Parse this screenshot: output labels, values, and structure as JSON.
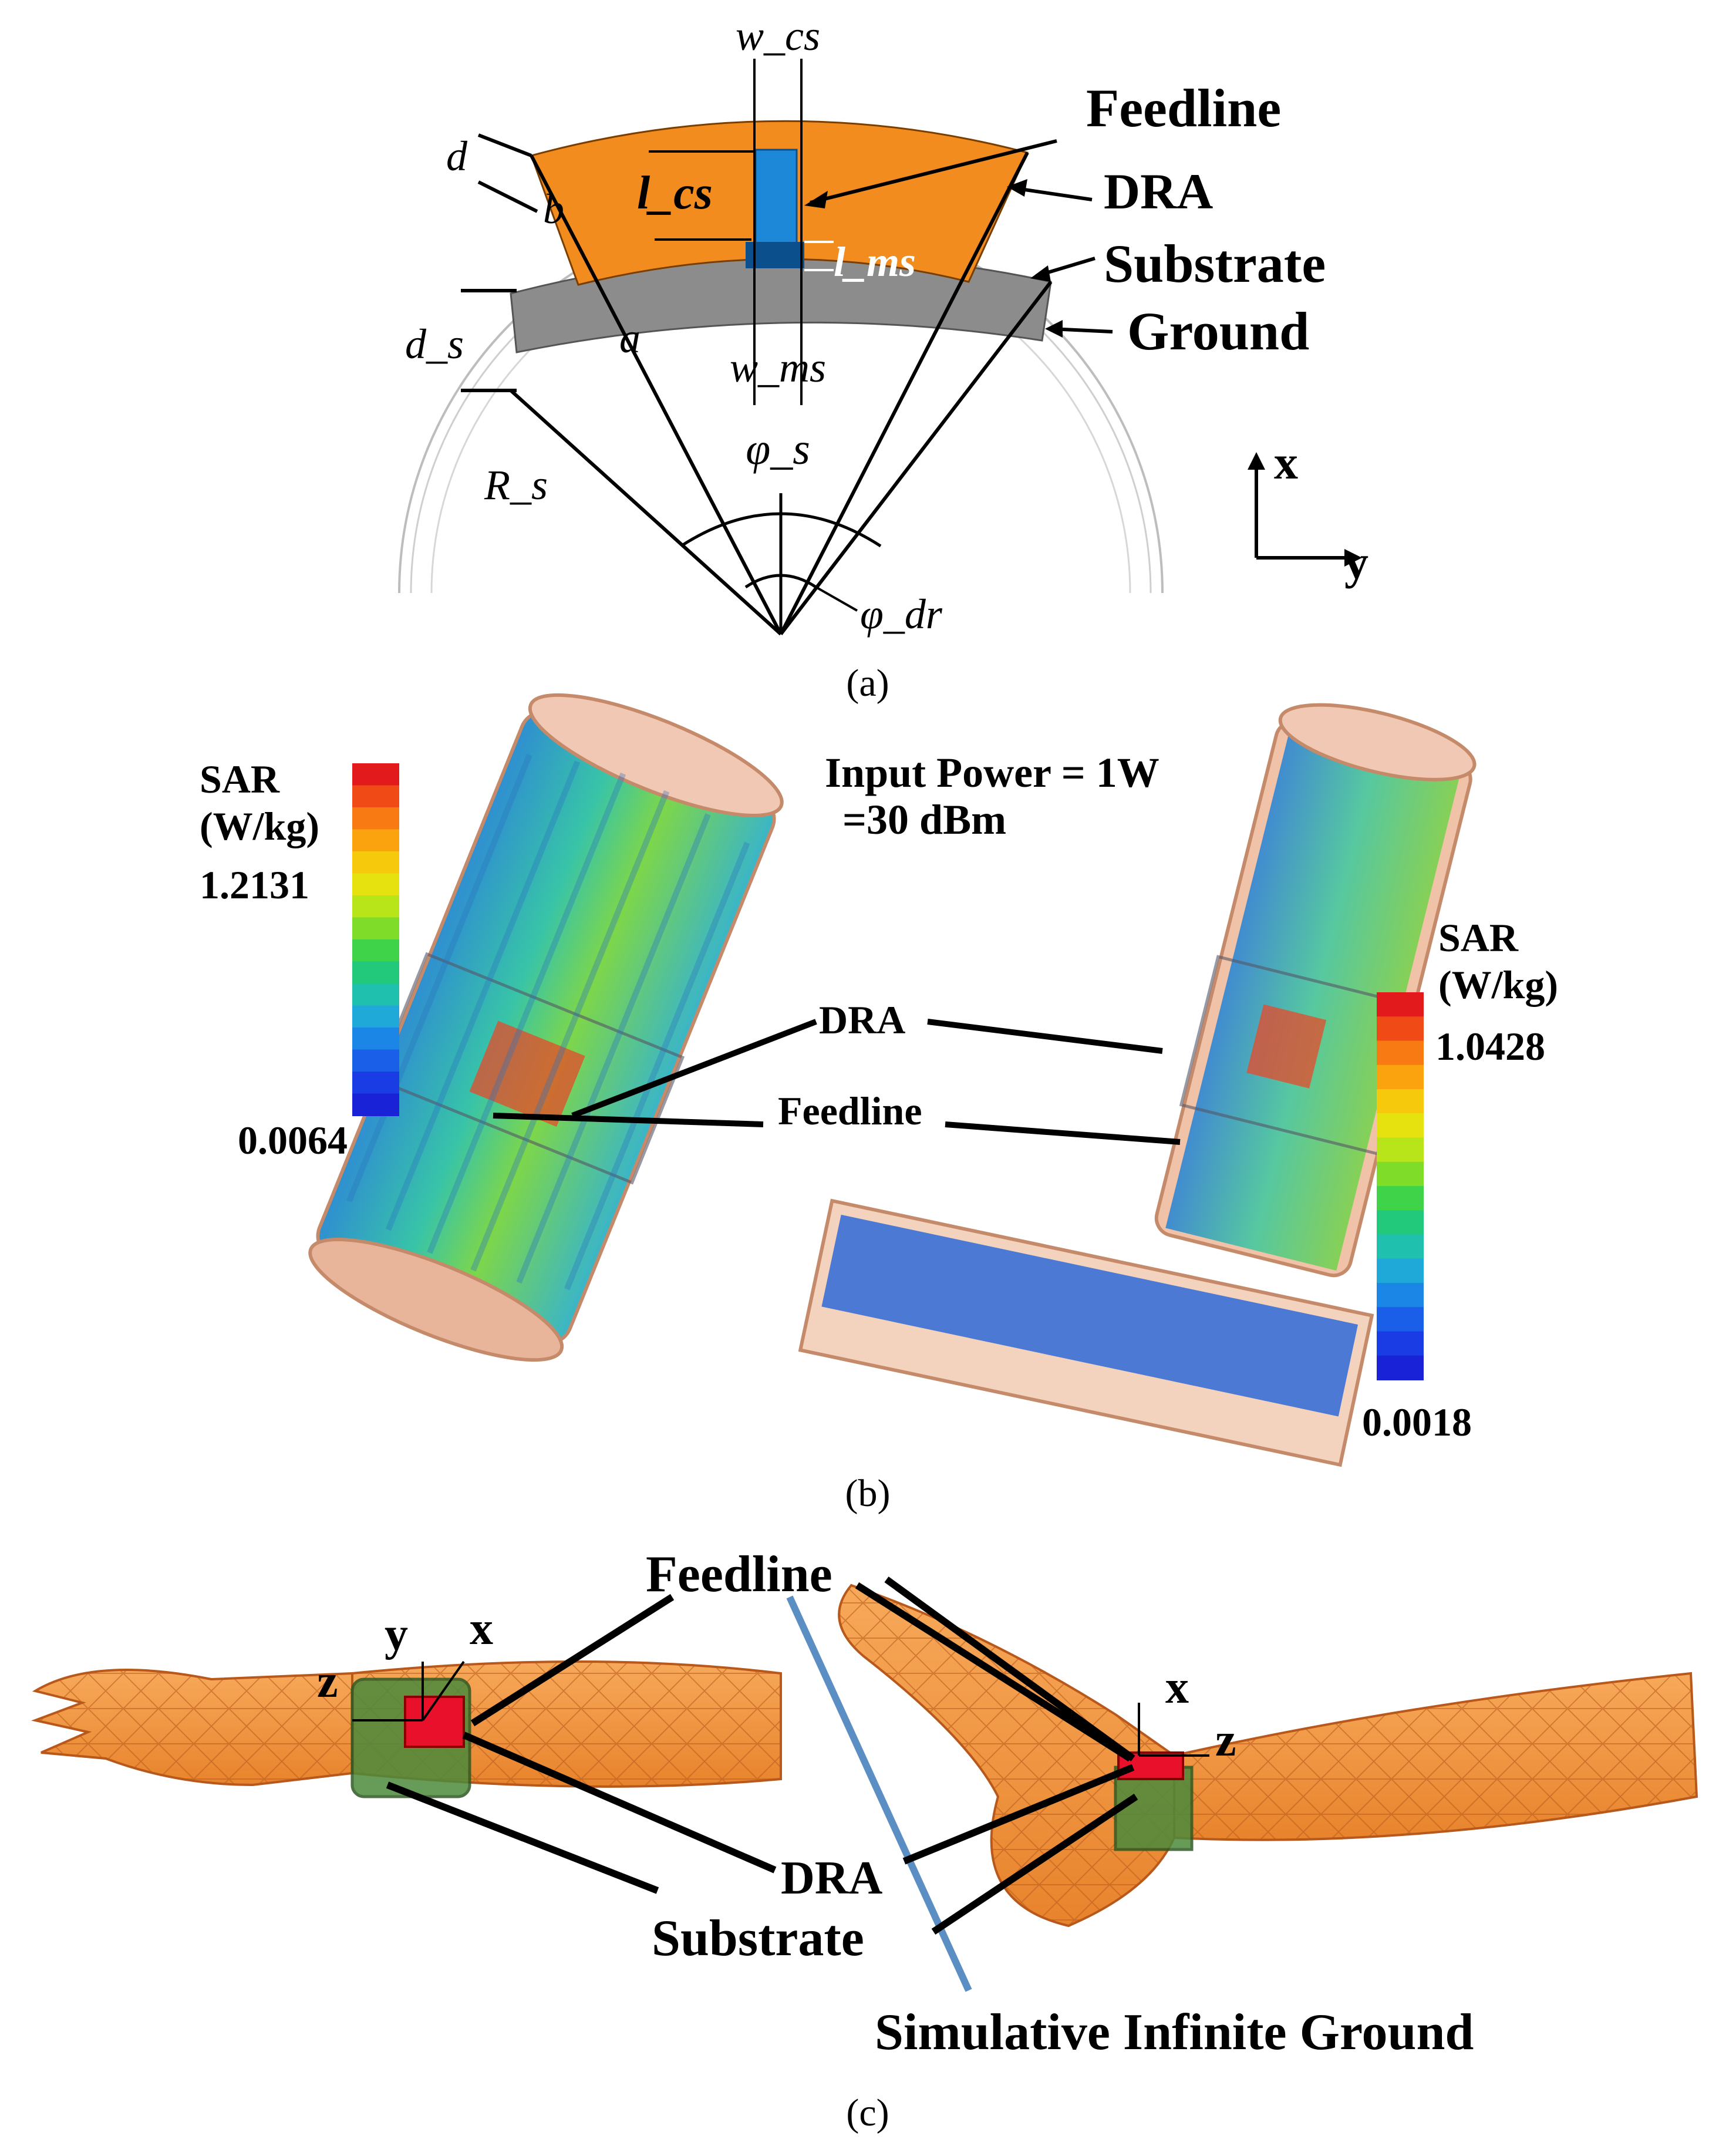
{
  "panel_a": {
    "caption": "(a)",
    "labels": {
      "w_cs": "w_cs",
      "d": "d",
      "b": "b",
      "l_cs": "l_cs",
      "l_ms": "l_ms",
      "d_s": "d_s",
      "a": "a",
      "w_ms": "w_ms",
      "R_s": "R_s",
      "phi_s": "φ_s",
      "phi_dr": "φ_dr",
      "feedline": "Feedline",
      "dra": "DRA",
      "substrate": "Substrate",
      "ground": "Ground",
      "axis_x": "x",
      "axis_y": "y"
    },
    "colors": {
      "dra": "#F28C1E",
      "substrate": "#8C8C8C",
      "feedline": "#1E88D8",
      "microstrip": "#0B4F8C"
    }
  },
  "panel_b": {
    "caption": "(b)",
    "input_power_line1": "Input Power = 1W",
    "input_power_line2": "=30 dBm",
    "dra_label": "DRA",
    "feedline_label": "Feedline",
    "colorbar_left": {
      "title_line1": "SAR",
      "title_line2": "(W/kg)",
      "max": "1.2131",
      "min": "0.0064"
    },
    "colorbar_right": {
      "title_line1": "SAR",
      "title_line2": "(W/kg)",
      "max": "1.0428",
      "min": "0.0018"
    },
    "colormap": [
      "#E31A1C",
      "#F04A16",
      "#F77B12",
      "#FBA30E",
      "#F7C90C",
      "#E6E20F",
      "#B8E41A",
      "#7FDD2A",
      "#3FD34A",
      "#22C97A",
      "#1FC0AE",
      "#1EA9D8",
      "#1C86E6",
      "#1A5FE8",
      "#1A3CE4",
      "#1A22D8"
    ]
  },
  "panel_c": {
    "caption": "(c)",
    "feedline_label": "Feedline",
    "dra_label": "DRA",
    "substrate_label": "Substrate",
    "ground_label": "Simulative Infinite Ground",
    "left_axes": {
      "y": "y",
      "x": "x",
      "z": "z"
    },
    "right_axes": {
      "x": "x",
      "z": "z"
    }
  }
}
